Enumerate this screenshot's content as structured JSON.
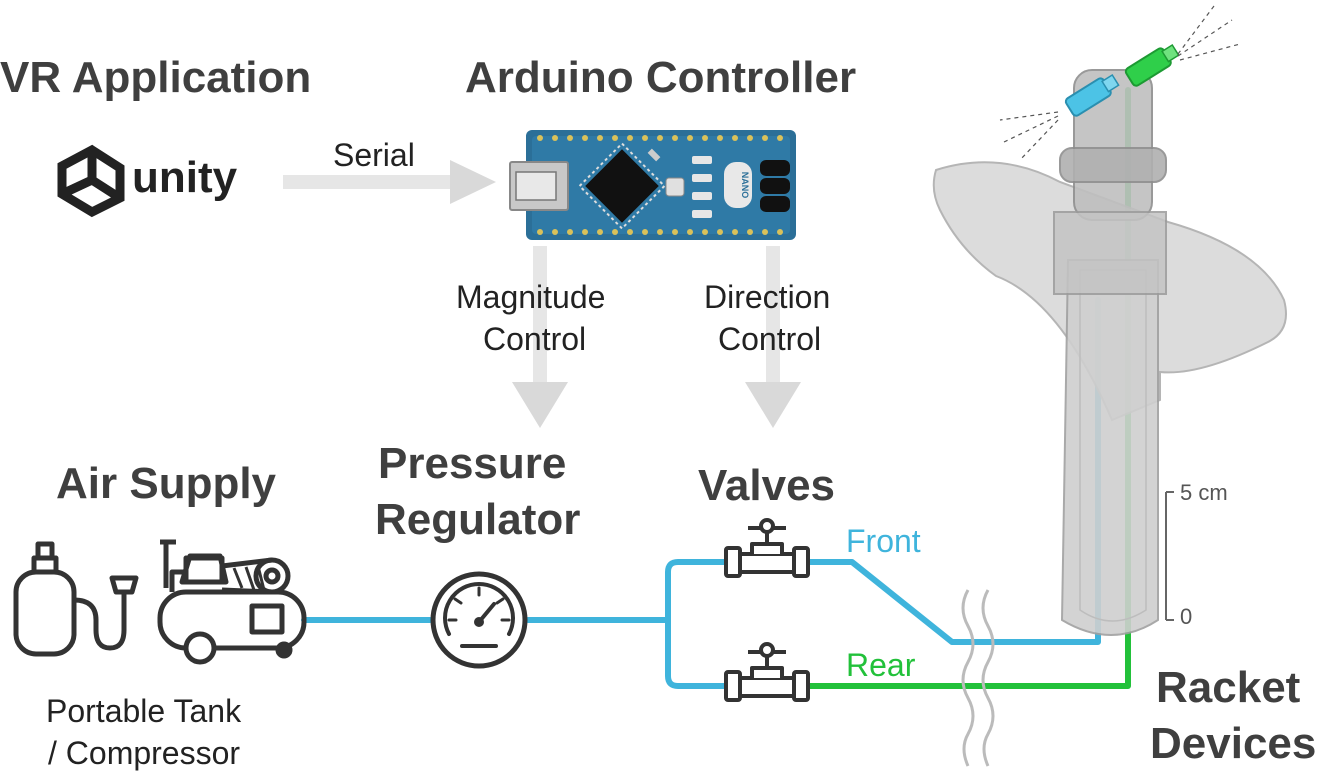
{
  "headings": {
    "vr_application": "VR Application",
    "arduino_controller": "Arduino Controller",
    "air_supply": "Air Supply",
    "pressure_regulator_line1": "Pressure",
    "pressure_regulator_line2": "Regulator",
    "valves": "Valves",
    "racket_devices_line1": "Racket",
    "racket_devices_line2": "Devices"
  },
  "labels": {
    "unity": "unity",
    "serial": "Serial",
    "magnitude_line1": "Magnitude",
    "magnitude_line2": "Control",
    "direction_line1": "Direction",
    "direction_line2": "Control",
    "front": "Front",
    "rear": "Rear",
    "tank_line1": "Portable Tank",
    "tank_line2": "/ Compressor",
    "nano_chip": "NANO"
  },
  "scale_bar": {
    "top_label": "5 cm",
    "bottom_label": "0"
  },
  "colors": {
    "front_line": "#3fb4dc",
    "rear_line": "#22c13a",
    "front_label": "#3fb4dc",
    "rear_label": "#22c13a",
    "arrow": "#d9d9d9",
    "icon_stroke": "#333333",
    "arduino_board": "#2b6f98",
    "racket_body": "#bdbdbd"
  },
  "icons": [
    "unity-logo",
    "arduino-nano",
    "gas-tank",
    "air-compressor",
    "pressure-gauge",
    "valve",
    "racket-device"
  ]
}
